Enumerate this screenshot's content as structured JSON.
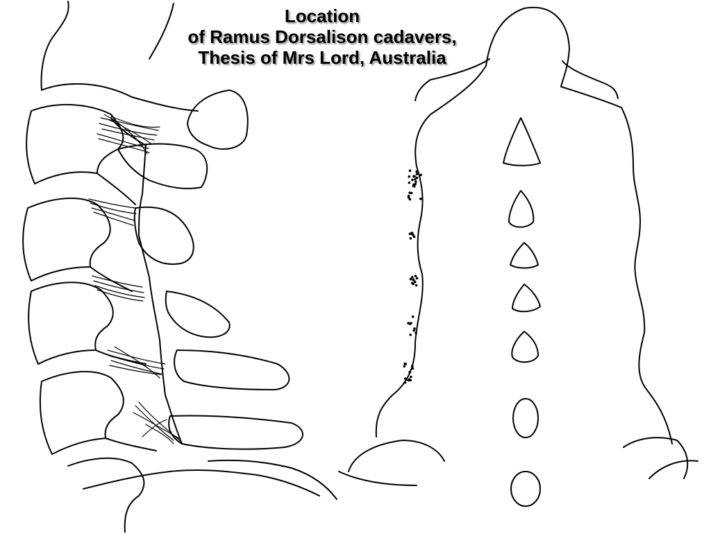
{
  "title": {
    "lines": [
      "Location",
      "of Ramus Dorsalison cadavers,",
      "Thesis of Mrs Lord, Australia"
    ]
  },
  "figures": {
    "lateral_view": {
      "icon": "cervical-spine-lateral-drawing",
      "fiber_bundles": 5
    },
    "posterior_view": {
      "icon": "neck-back-posterior-drawing",
      "dot_clusters": 5
    }
  },
  "colors": {
    "ink": "#000000",
    "background": "#ffffff",
    "title_shadow": "#9a9a9a"
  }
}
